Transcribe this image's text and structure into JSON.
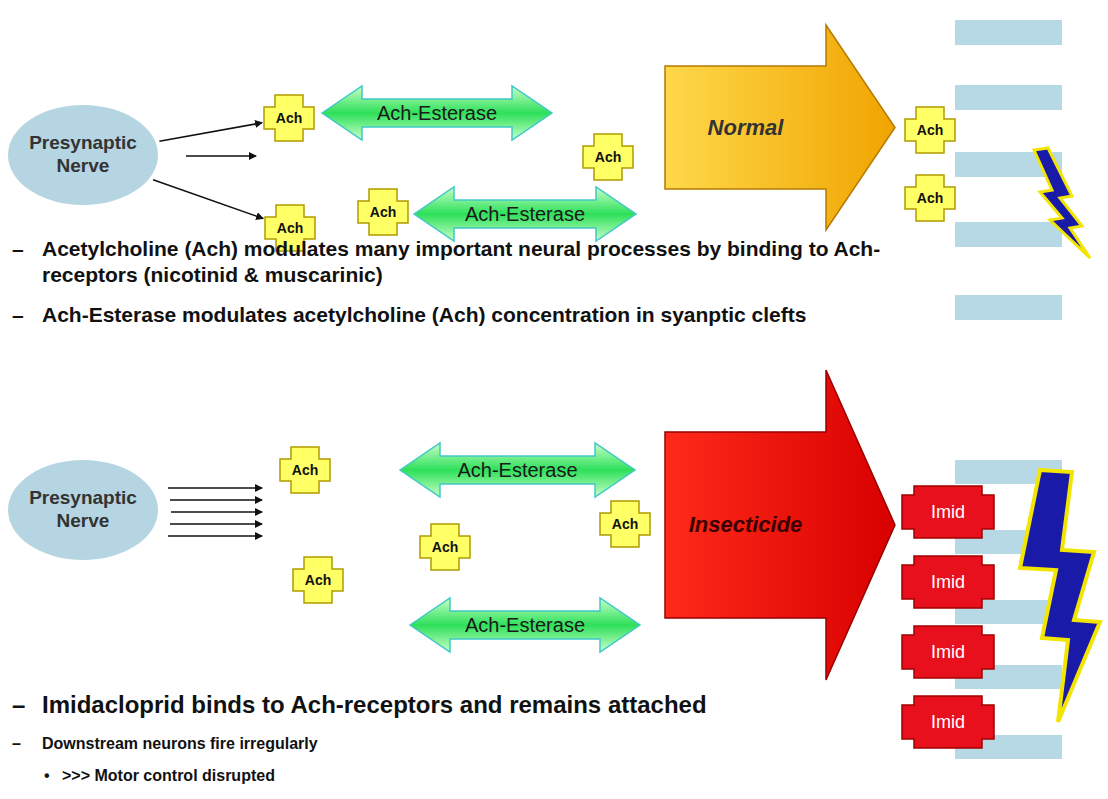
{
  "diagram": {
    "nodes": [
      {
        "text": [
          "Presynaptic Nerve"
        ]
      },
      {
        "text": [
          "Ach"
        ]
      },
      {
        "text": [
          "Ach-Esterase"
        ]
      },
      {
        "text": [
          "Ach"
        ]
      },
      {
        "text": [
          "Normal"
        ]
      },
      {
        "text": [
          "Ach"
        ]
      },
      {
        "text": [
          "Ach"
        ]
      },
      {
        "text": [
          "Ach"
        ]
      },
      {
        "text": [
          "Ach-Esterase"
        ]
      },
      {
        "text": [
          "Ach"
        ]
      },
      {
        "text": [
          "Presynaptic Nerve"
        ]
      },
      {
        "text": [
          "Ach"
        ]
      },
      {
        "text": [
          "Ach-Esterase"
        ]
      },
      {
        "text": [
          "Ach"
        ]
      },
      {
        "text": [
          "Insecticide"
        ]
      },
      {
        "text": [
          "Ach"
        ]
      },
      {
        "text": [
          "Ach"
        ]
      },
      {
        "text": [
          "Ach-Esterase"
        ]
      },
      {
        "text": [
          "Imid"
        ]
      },
      {
        "text": [
          "Imid"
        ]
      },
      {
        "text": [
          "Imid"
        ]
      },
      {
        "text": [
          "Imid"
        ]
      }
    ],
    "edges": [
      {
        "from": 0,
        "to": 1,
        "arrow": "to"
      },
      {
        "from": 0,
        "to": 6,
        "arrow": "to"
      }
    ],
    "labels": [
      "–",
      "Acetylcholine (Ach) modulates many important neural processes by binding to Ach-receptors (nicotinid & muscarinic)",
      "–",
      "Ach-Esterase modulates acetylcholine (Ach) concentration in syanptic clefts",
      "–",
      "Imidacloprid binds to Ach-receptors and remains attached",
      "–",
      "Downstream neurons fire irregularly",
      "•",
      ">>> Motor control disrupted"
    ]
  }
}
